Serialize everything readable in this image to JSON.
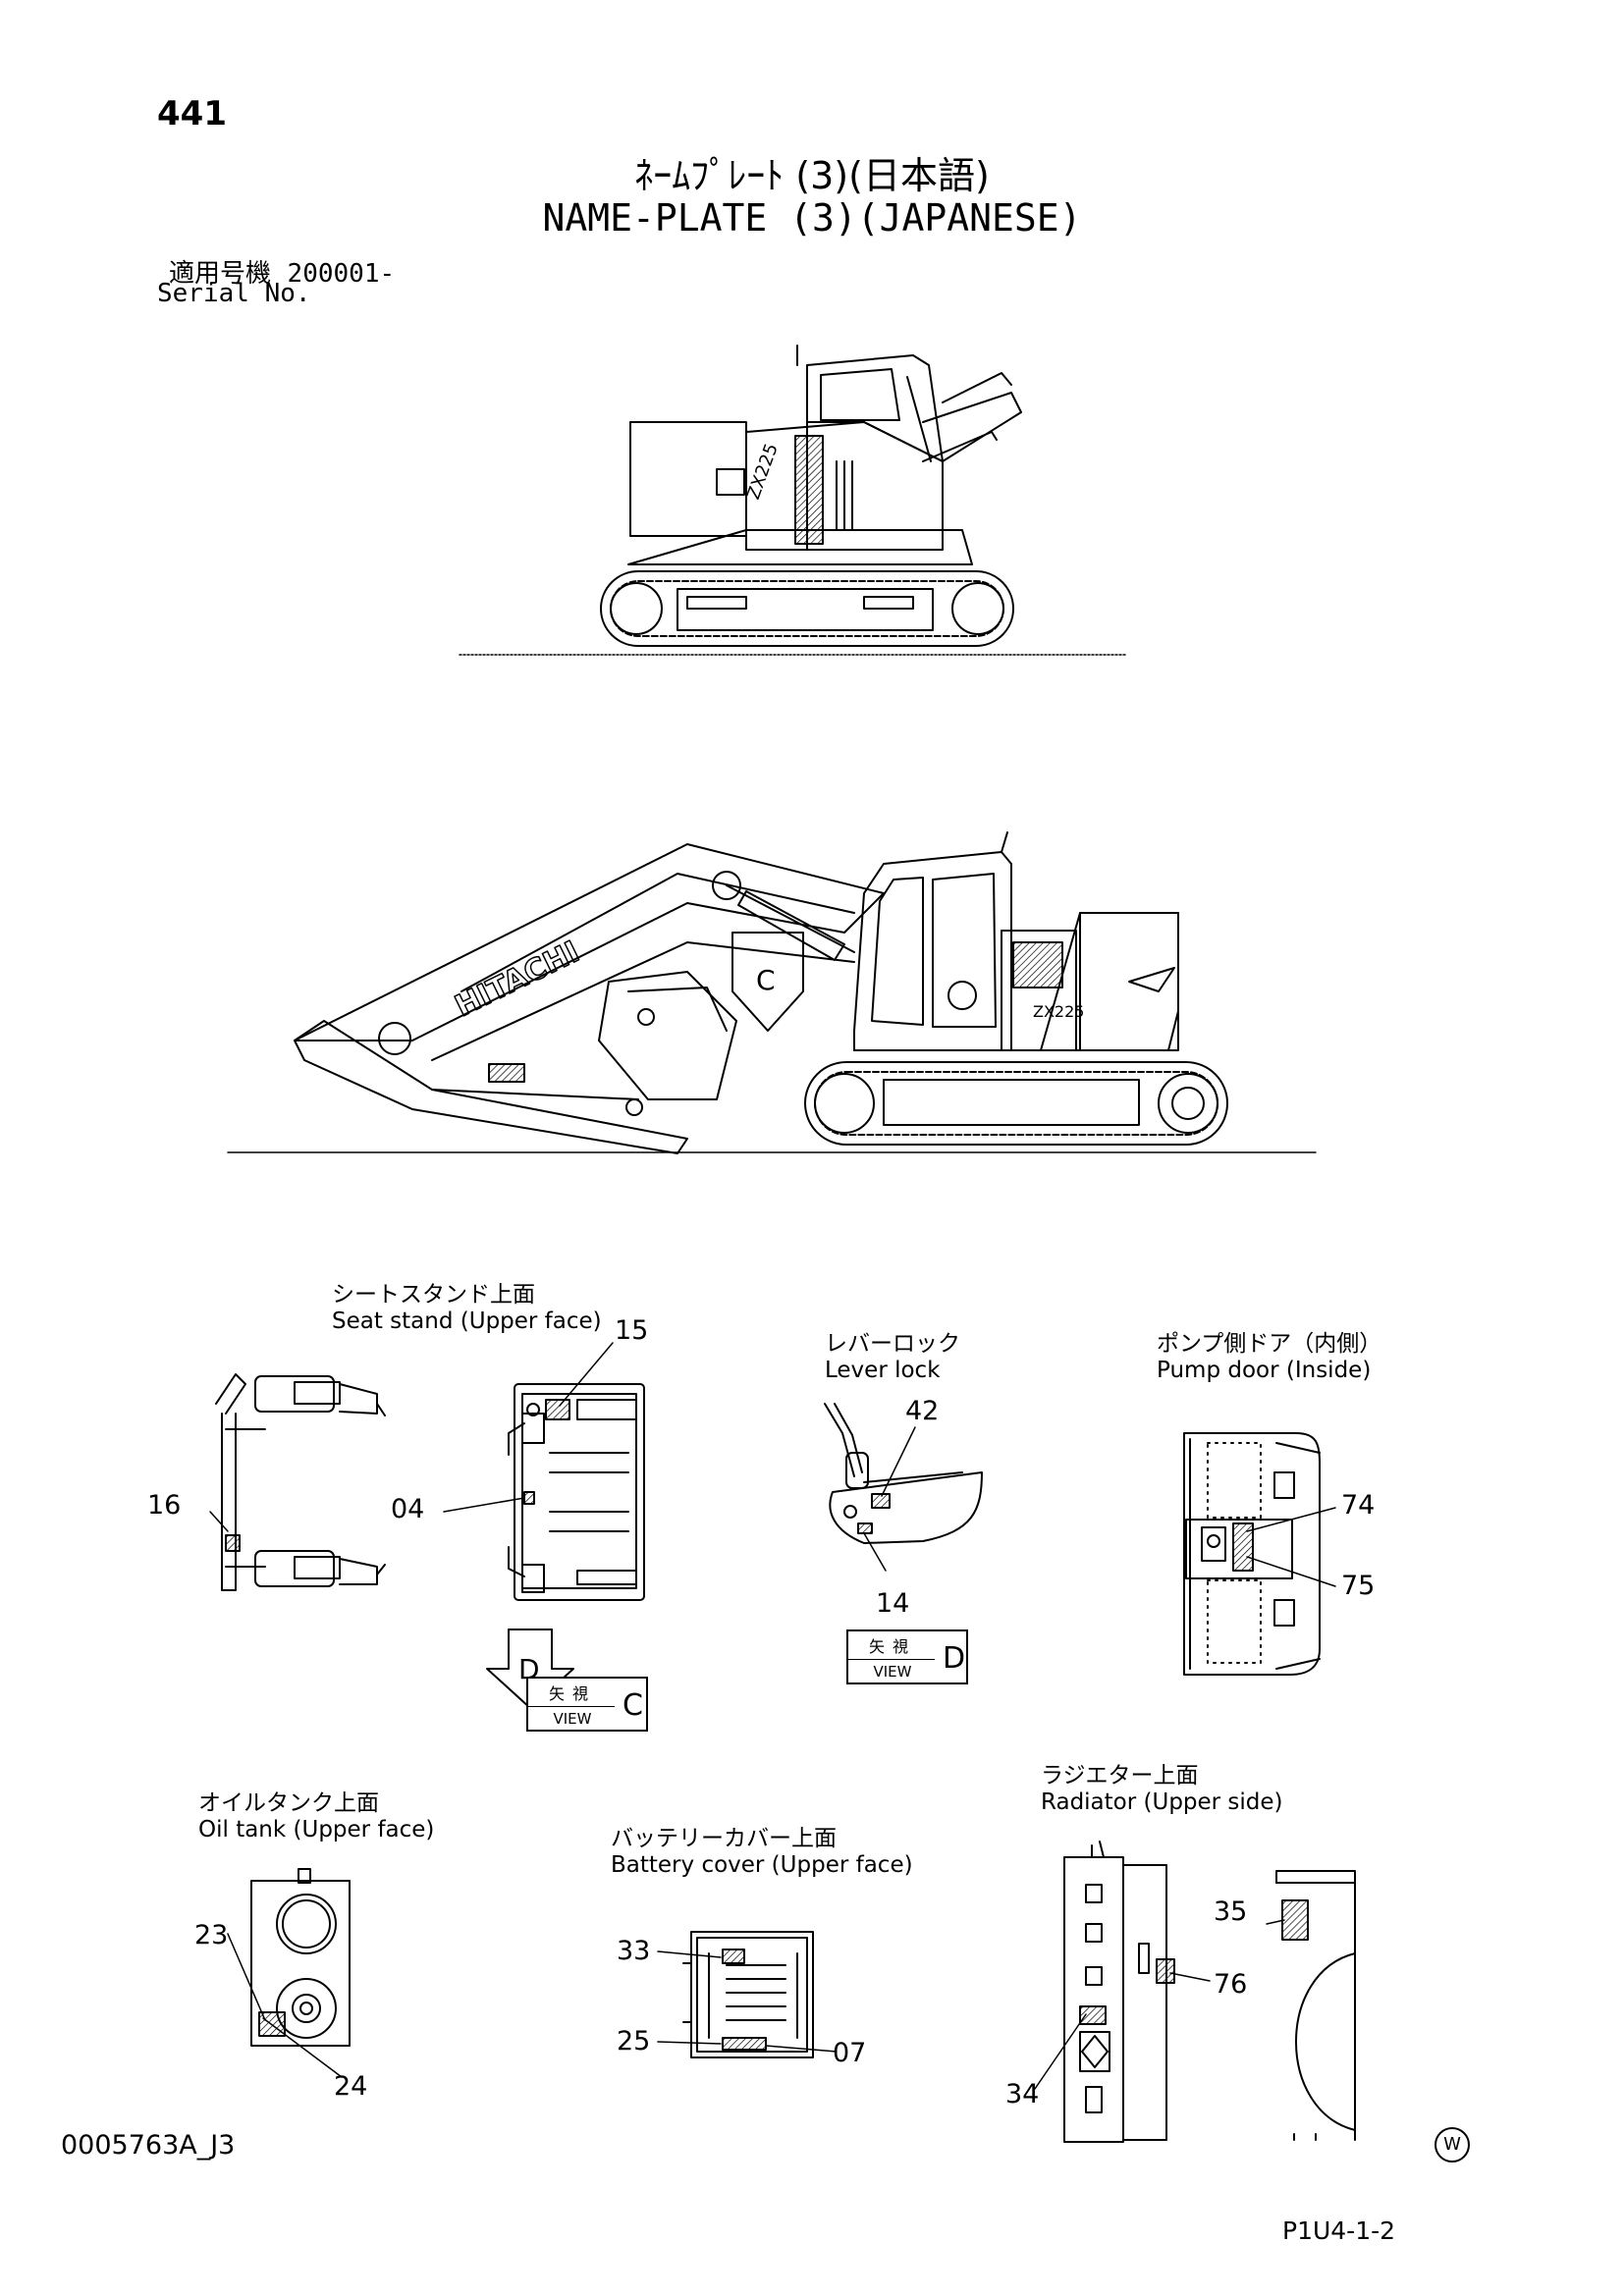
{
  "header": {
    "page_number": "441",
    "title_jp": "ﾈｰﾑﾌﾟﾚｰﾄ (3)(日本語)",
    "title_en": "NAME-PLATE (3)(JAPANESE)",
    "serial_label_jp": "適用号機",
    "serial_value": "200001-",
    "serial_label_en": "Serial No."
  },
  "machine_text": {
    "boom_brand": "HITACHI",
    "view_c_arrow": "C",
    "model_badge_side": "ZX225",
    "model_badge_front": "ZX225"
  },
  "sections": {
    "seat_stand": {
      "jp": "シートスタンド上面",
      "en": "Seat stand (Upper face)"
    },
    "lever_lock": {
      "jp": "レバーロック",
      "en": "Lever lock"
    },
    "pump_door": {
      "jp": "ポンプ側ドア（内側）",
      "en": "Pump door (Inside)"
    },
    "oil_tank": {
      "jp": "オイルタンク上面",
      "en": "Oil tank (Upper face)"
    },
    "battery_cover": {
      "jp": "バッテリーカバー上面",
      "en": "Battery cover (Upper face)"
    },
    "radiator": {
      "jp": "ラジエター上面",
      "en": "Radiator (Upper side)"
    }
  },
  "callouts": {
    "c15": "15",
    "c16": "16",
    "c04": "04",
    "c42": "42",
    "c14": "14",
    "c74": "74",
    "c75": "75",
    "c23": "23",
    "c24": "24",
    "c33": "33",
    "c25": "25",
    "c07": "07",
    "c35": "35",
    "c76": "76",
    "c34": "34"
  },
  "views": {
    "view_d_arrow": "D",
    "view_c": {
      "jp": "矢視",
      "en": "VIEW",
      "letter": "C"
    },
    "view_d": {
      "jp": "矢視",
      "en": "VIEW",
      "letter": "D"
    }
  },
  "footer": {
    "doc_id": "0005763A_J3",
    "page_id": "P1U4-1-2",
    "watermark": "W"
  }
}
